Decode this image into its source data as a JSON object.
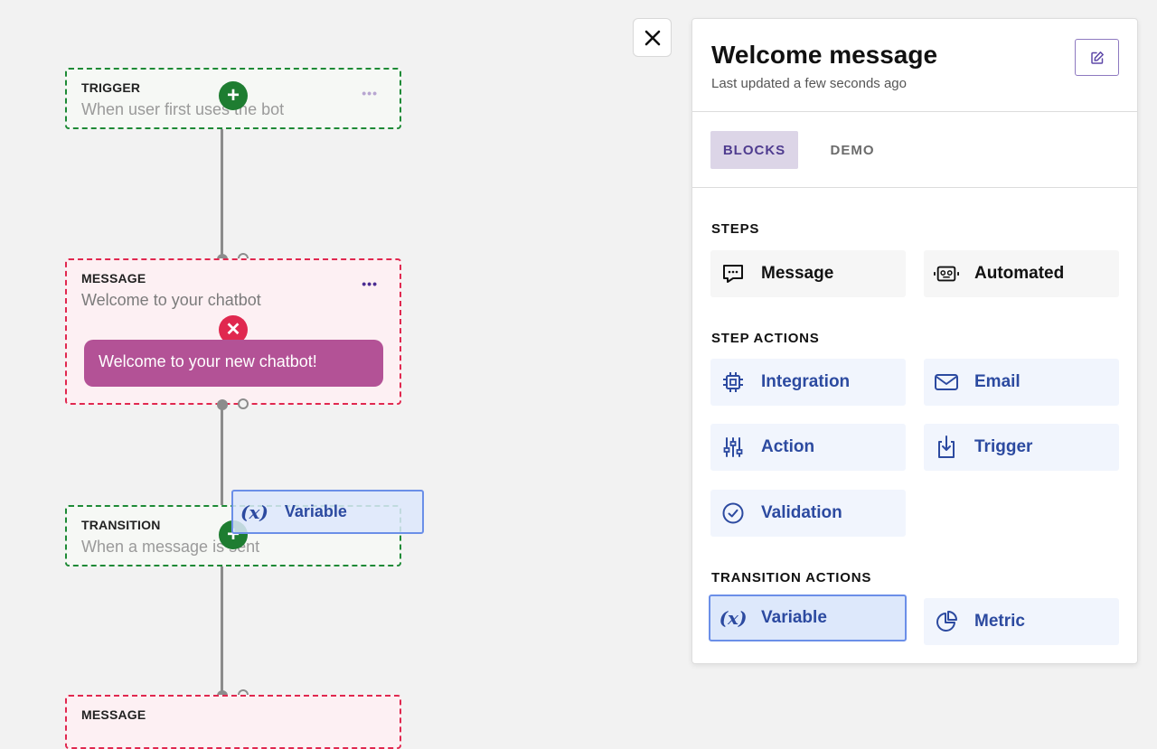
{
  "canvas": {
    "trigger_node": {
      "type": "TRIGGER",
      "description": "When user first uses the bot",
      "more": "•••"
    },
    "message_node": {
      "type": "MESSAGE",
      "description": "Welcome to your chatbot",
      "more": "•••",
      "bubble_text": "Welcome to your new chatbot!"
    },
    "transition_node": {
      "type": "TRANSITION",
      "description": "When a message is sent"
    },
    "message_node_2": {
      "type": "MESSAGE"
    },
    "dragged_block": {
      "label": "Variable",
      "symbol": "(x)"
    },
    "add_symbol": "+",
    "remove_symbol": "✕"
  },
  "panel": {
    "title": "Welcome message",
    "subtitle": "Last updated a few seconds ago",
    "tabs": [
      "BLOCKS",
      "DEMO"
    ],
    "sections": {
      "steps": "STEPS",
      "step_actions": "STEP ACTIONS",
      "transition_actions": "TRANSITION ACTIONS"
    },
    "steps": [
      {
        "label": "Message",
        "icon": "chat-bubble-icon"
      },
      {
        "label": "Automated",
        "icon": "robot-icon"
      }
    ],
    "step_actions": [
      {
        "label": "Integration",
        "icon": "chip-icon"
      },
      {
        "label": "Email",
        "icon": "envelope-icon"
      },
      {
        "label": "Action",
        "icon": "sliders-icon"
      },
      {
        "label": "Trigger",
        "icon": "tap-icon"
      },
      {
        "label": "Validation",
        "icon": "check-circle-icon"
      }
    ],
    "transition_actions": [
      {
        "label": "Variable",
        "icon": "variable-icon",
        "symbol": "(x)"
      },
      {
        "label": "Metric",
        "icon": "pie-chart-icon"
      }
    ]
  },
  "colors": {
    "trigger_border": "#1e8a36",
    "message_border": "#e0284f",
    "bubble": "#b35296",
    "action_text": "#2c4aa0",
    "active_tab_bg": "#dcd5e7"
  }
}
